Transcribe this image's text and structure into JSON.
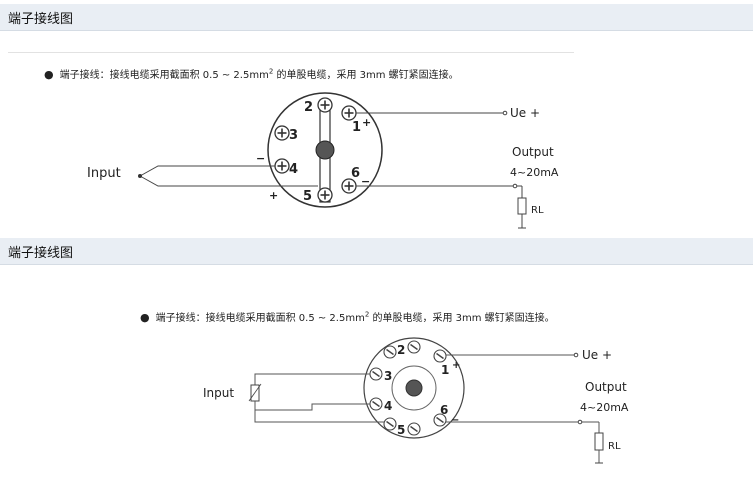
{
  "section1": {
    "title": "端子接线图",
    "spec_label": "端子接线：",
    "spec_pre": "接线电缆采用截面积 0.5 ~ 2.5mm",
    "spec_sup": "2",
    "spec_post": " 的单股电缆，采用 3mm 螺钉紧固连接。",
    "input_label": "Input",
    "output_label": "Output",
    "output_range": "4~20mA",
    "ue_label": "Ue +",
    "rl_label": "RL",
    "terminals": [
      "1",
      "2",
      "3",
      "4",
      "5",
      "6"
    ],
    "plus": "+",
    "minus": "−"
  },
  "section2": {
    "title": "端子接线图",
    "spec_label": "端子接线：",
    "spec_pre": "接线电缆采用截面积 0.5 ~ 2.5mm",
    "spec_sup": "2",
    "spec_post": " 的单股电缆，采用 3mm 螺钉紧固连接。",
    "input_label": "Input",
    "output_label": "Output",
    "output_range": "4~20mA",
    "ue_label": "Ue +",
    "rl_label": "RL",
    "terminals": [
      "1",
      "2",
      "3",
      "4",
      "5",
      "6"
    ],
    "plus": "+",
    "minus": "−"
  }
}
